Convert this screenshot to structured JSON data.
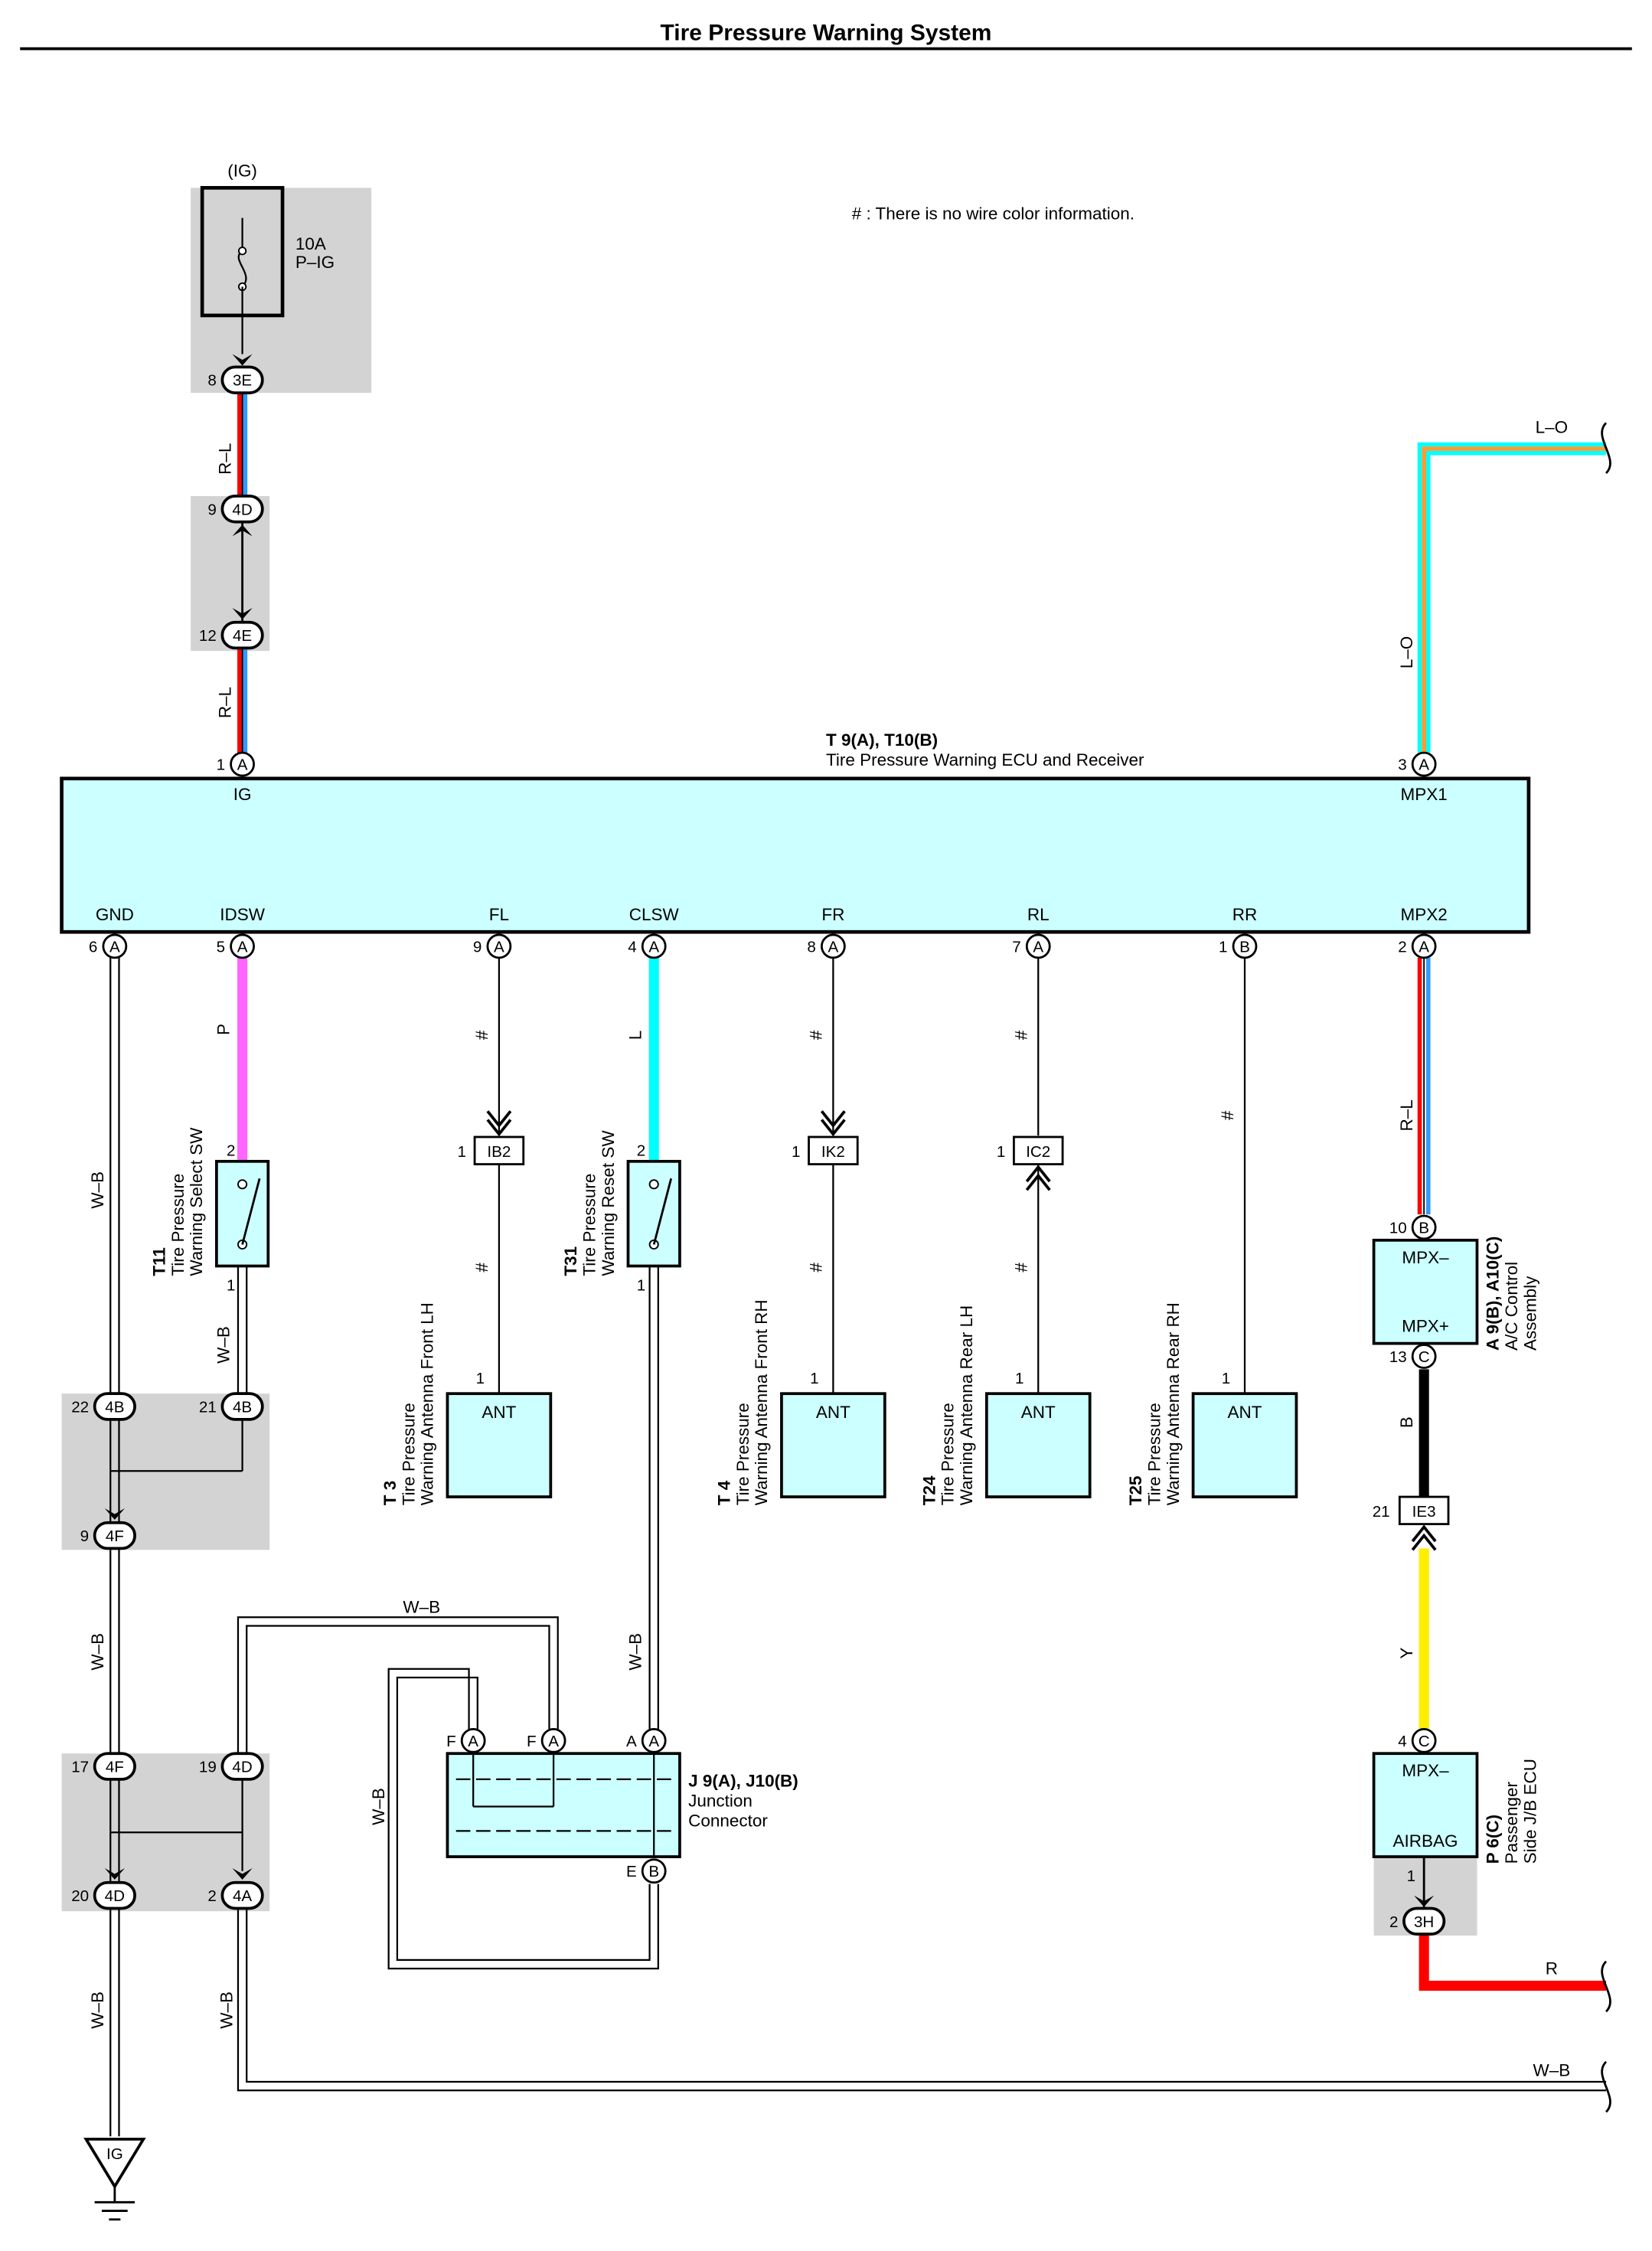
{
  "title": "Tire Pressure Warning System",
  "note": "# : There is no wire color information.",
  "fuse": {
    "source": "(IG)",
    "rating": "10A",
    "name": "P–IG",
    "pin": "8",
    "connector": "3E"
  },
  "junction_4d": {
    "pin": "9",
    "connector": "4D"
  },
  "junction_4e": {
    "pin": "12",
    "connector": "4E"
  },
  "wires": {
    "r_l_1": "R–L",
    "r_l_2": "R–L",
    "l_o_vert": "L–O",
    "l_o_horiz": "L–O",
    "p": "P",
    "l": "L",
    "r_l_mpx2": "R–L",
    "b": "B",
    "y": "Y",
    "r": "R",
    "w_b_gnd": "W–B",
    "w_b_sw1": "W–B",
    "w_b_gnd2": "W–B",
    "w_b_loop": "W–B",
    "w_b_clsw": "W–B",
    "w_b_inner": "W–B",
    "w_b_bottom1": "W–B",
    "w_b_bottom2": "W–B",
    "w_b_bottom_right": "W–B",
    "hash_fl1": "#",
    "hash_fl2": "#",
    "hash_fr1": "#",
    "hash_fr2": "#",
    "hash_rl1": "#",
    "hash_rl2": "#",
    "hash_rr": "#"
  },
  "ecu": {
    "id": "T 9(A), T10(B)",
    "name": "Tire Pressure Warning ECU and Receiver",
    "top_pins": [
      {
        "num": "1",
        "conn": "A",
        "name": "IG"
      },
      {
        "num": "3",
        "conn": "A",
        "name": "MPX1"
      }
    ],
    "bottom_pins": [
      {
        "num": "6",
        "conn": "A",
        "name": "GND"
      },
      {
        "num": "5",
        "conn": "A",
        "name": "IDSW"
      },
      {
        "num": "9",
        "conn": "A",
        "name": "FL"
      },
      {
        "num": "4",
        "conn": "A",
        "name": "CLSW"
      },
      {
        "num": "8",
        "conn": "A",
        "name": "FR"
      },
      {
        "num": "7",
        "conn": "A",
        "name": "RL"
      },
      {
        "num": "1",
        "conn": "B",
        "name": "RR"
      },
      {
        "num": "2",
        "conn": "A",
        "name": "MPX2"
      }
    ]
  },
  "switches": [
    {
      "id": "T11",
      "line1": "Tire Pressure",
      "line2": "Warning Select SW",
      "pin_top": "2",
      "pin_bottom": "1"
    },
    {
      "id": "T31",
      "line1": "Tire Pressure",
      "line2": "Warning Reset SW",
      "pin_top": "2",
      "pin_bottom": "1"
    }
  ],
  "inline_connectors": [
    {
      "pin": "1",
      "name": "IB2"
    },
    {
      "pin": "1",
      "name": "IK2"
    },
    {
      "pin": "1",
      "name": "IC2"
    },
    {
      "pin": "21",
      "name": "IE3"
    }
  ],
  "antennas": [
    {
      "id": "T 3",
      "line1": "Tire Pressure",
      "line2": "Warning Antenna Front LH",
      "label": "ANT",
      "pin": "1"
    },
    {
      "id": "T 4",
      "line1": "Tire Pressure",
      "line2": "Warning Antenna Front RH",
      "label": "ANT",
      "pin": "1"
    },
    {
      "id": "T24",
      "line1": "Tire Pressure",
      "line2": "Warning Antenna Rear LH",
      "label": "ANT",
      "pin": "1"
    },
    {
      "id": "T25",
      "line1": "Tire Pressure",
      "line2": "Warning Antenna Rear RH",
      "label": "ANT",
      "pin": "1"
    }
  ],
  "ac_control": {
    "id": "A 9(B), A10(C)",
    "line1": "A/C Control",
    "line2": "Assembly",
    "label_top": "MPX–",
    "label_bottom": "MPX+",
    "pin_top": {
      "num": "10",
      "conn": "B"
    },
    "pin_bottom": {
      "num": "13",
      "conn": "C"
    }
  },
  "passenger_ecu": {
    "id": "P 6(C)",
    "line1": "Passenger",
    "line2": "Side J/B ECU",
    "label_top": "MPX–",
    "label_bottom": "AIRBAG",
    "pin_top": {
      "num": "4",
      "conn": "C"
    },
    "pin_bottom": "1"
  },
  "junction_3h": {
    "pin": "2",
    "connector": "3H"
  },
  "ground_junctions": [
    {
      "pin": "22",
      "connector": "4B"
    },
    {
      "pin": "21",
      "connector": "4B"
    },
    {
      "pin": "9",
      "connector": "4F"
    },
    {
      "pin": "17",
      "connector": "4F"
    },
    {
      "pin": "19",
      "connector": "4D"
    },
    {
      "pin": "20",
      "connector": "4D"
    },
    {
      "pin": "2",
      "connector": "4A"
    }
  ],
  "junction_connector": {
    "id": "J 9(A), J10(B)",
    "name": "Junction",
    "name2": "Connector",
    "pins": [
      {
        "num": "F",
        "conn": "A"
      },
      {
        "num": "F",
        "conn": "A"
      },
      {
        "num": "A",
        "conn": "A"
      },
      {
        "num": "E",
        "conn": "B"
      }
    ]
  },
  "ground": "IG",
  "colors": {
    "ecu_fill": "#ccffff",
    "shade": "#d3d3d3",
    "red": "#ff0000",
    "cyan": "#00ffff",
    "orange": "#ff9933",
    "magenta": "#ff66ff",
    "yellow": "#ffee00",
    "blue": "#3399ff",
    "black": "#000000"
  }
}
